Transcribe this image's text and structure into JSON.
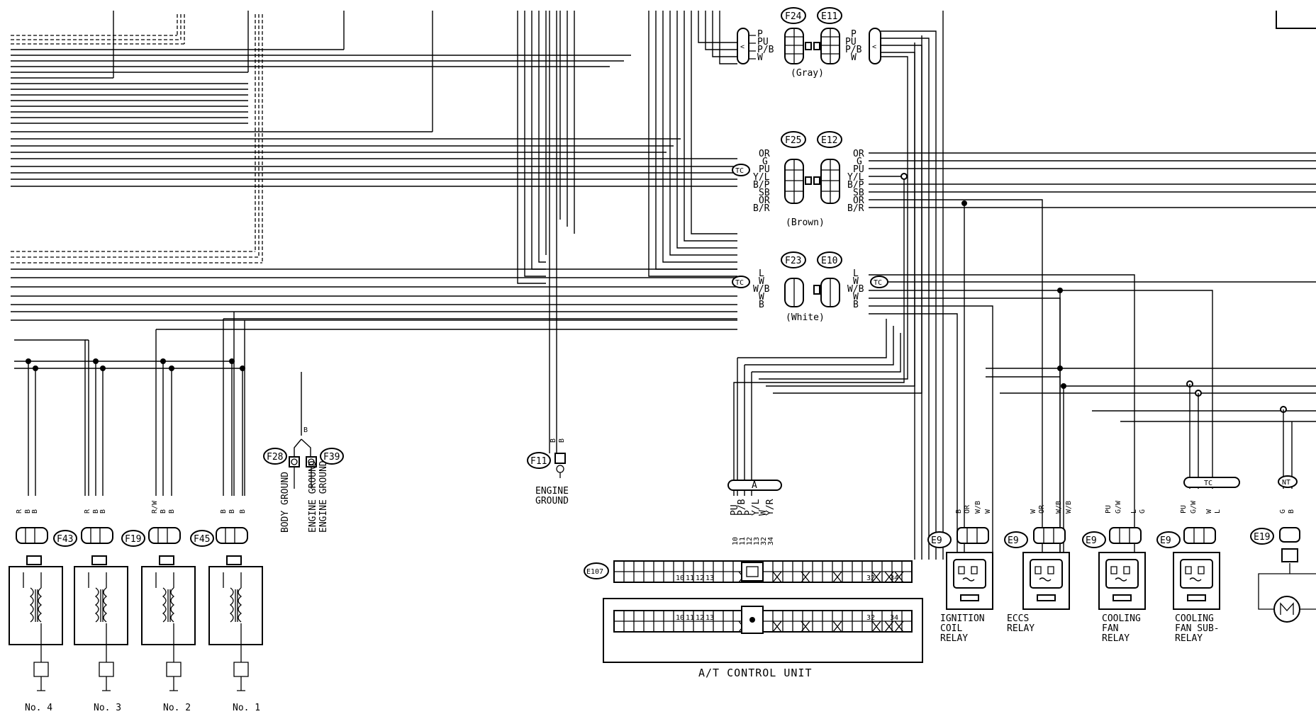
{
  "connectors": {
    "f24": "F24",
    "e11": "E11",
    "gray": "(Gray)",
    "f25": "F25",
    "e12": "E12",
    "brown": "(Brown)",
    "f23": "F23",
    "e10": "E10",
    "white": "(White)",
    "f28": "F28",
    "f39": "F39",
    "f11": "F11",
    "f43": "F43",
    "f19": "F19",
    "f45": "F45",
    "e107": "E107",
    "e9": "E9",
    "e19": "E19",
    "tc": "TC",
    "a": "A",
    "nt": "NT"
  },
  "wires": {
    "top": [
      "P",
      "PU",
      "P/B",
      "W"
    ],
    "mid": [
      "OR",
      "G",
      "PU",
      "Y/L",
      "B/P",
      "SB",
      "OR",
      "B/R"
    ],
    "low": [
      "L",
      "W",
      "W/B",
      "W",
      "B"
    ],
    "ecu": [
      "PU",
      "P/B",
      "P",
      "Y/L",
      "W",
      "Y/R"
    ],
    "ecu_pins": [
      "10",
      "11",
      "12",
      "13",
      "32",
      "34"
    ],
    "ign": [
      "B",
      "OR",
      "W/B",
      "W"
    ],
    "eccs": [
      "W",
      "OR",
      "W/B",
      "W/B"
    ],
    "fan": [
      "PU",
      "G/W",
      "L",
      "G"
    ],
    "fansub": [
      "PU",
      "G/W",
      "W",
      "L"
    ],
    "e19": [
      "G",
      "B"
    ],
    "coil4": [
      "R",
      "B",
      "B"
    ],
    "coil3": [
      "R",
      "B",
      "B"
    ],
    "coil2": [
      "R/W",
      "B",
      "B"
    ],
    "coil1": [
      "B",
      "B",
      "B"
    ],
    "ground": "B",
    "f11": [
      "B",
      "B"
    ]
  },
  "labels": {
    "body_ground": "BODY GROUND",
    "engine_ground_v": "ENGINE GROUND",
    "engine_ground_1": "ENGINE",
    "engine_ground_2": "GROUND",
    "at_unit": "A/T CONTROL UNIT",
    "ign_relay": [
      "IGNITION",
      "COIL",
      "RELAY"
    ],
    "eccs_relay": [
      "ECCS",
      "RELAY"
    ],
    "fan_relay": [
      "COOLING",
      "FAN",
      "RELAY"
    ],
    "fan_sub_relay": [
      "COOLING",
      "FAN SUB-",
      "RELAY"
    ],
    "no4": "No. 4",
    "no3": "No. 3",
    "no2": "No. 2",
    "no1": "No. 1"
  }
}
